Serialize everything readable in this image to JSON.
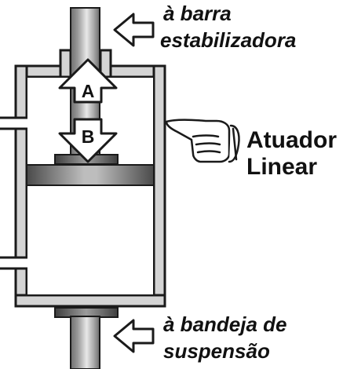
{
  "labels": {
    "top_line1": "à barra",
    "top_line2": "estabilizadora",
    "actuator_line1": "Atuador",
    "actuator_line2": "Linear",
    "bottom_line1": "à bandeja de",
    "bottom_line2": "suspensão",
    "arrow_a": "A",
    "arrow_b": "B"
  },
  "colors": {
    "housing_fill": "#d4d4d4",
    "housing_stroke": "#1a1a1a",
    "rod_dark": "#6e6e6e",
    "rod_light": "#e8e8e8",
    "piston_dark": "#4a4a4a",
    "piston_light": "#bdbdbd",
    "text": "#111111"
  },
  "icons": {
    "pointer_arrow_top": "arrow-left-icon",
    "pointer_hand": "pointing-hand-icon",
    "pointer_arrow_bottom": "arrow-left-icon",
    "direction_a": "arrow-up-icon",
    "direction_b": "arrow-down-icon"
  }
}
